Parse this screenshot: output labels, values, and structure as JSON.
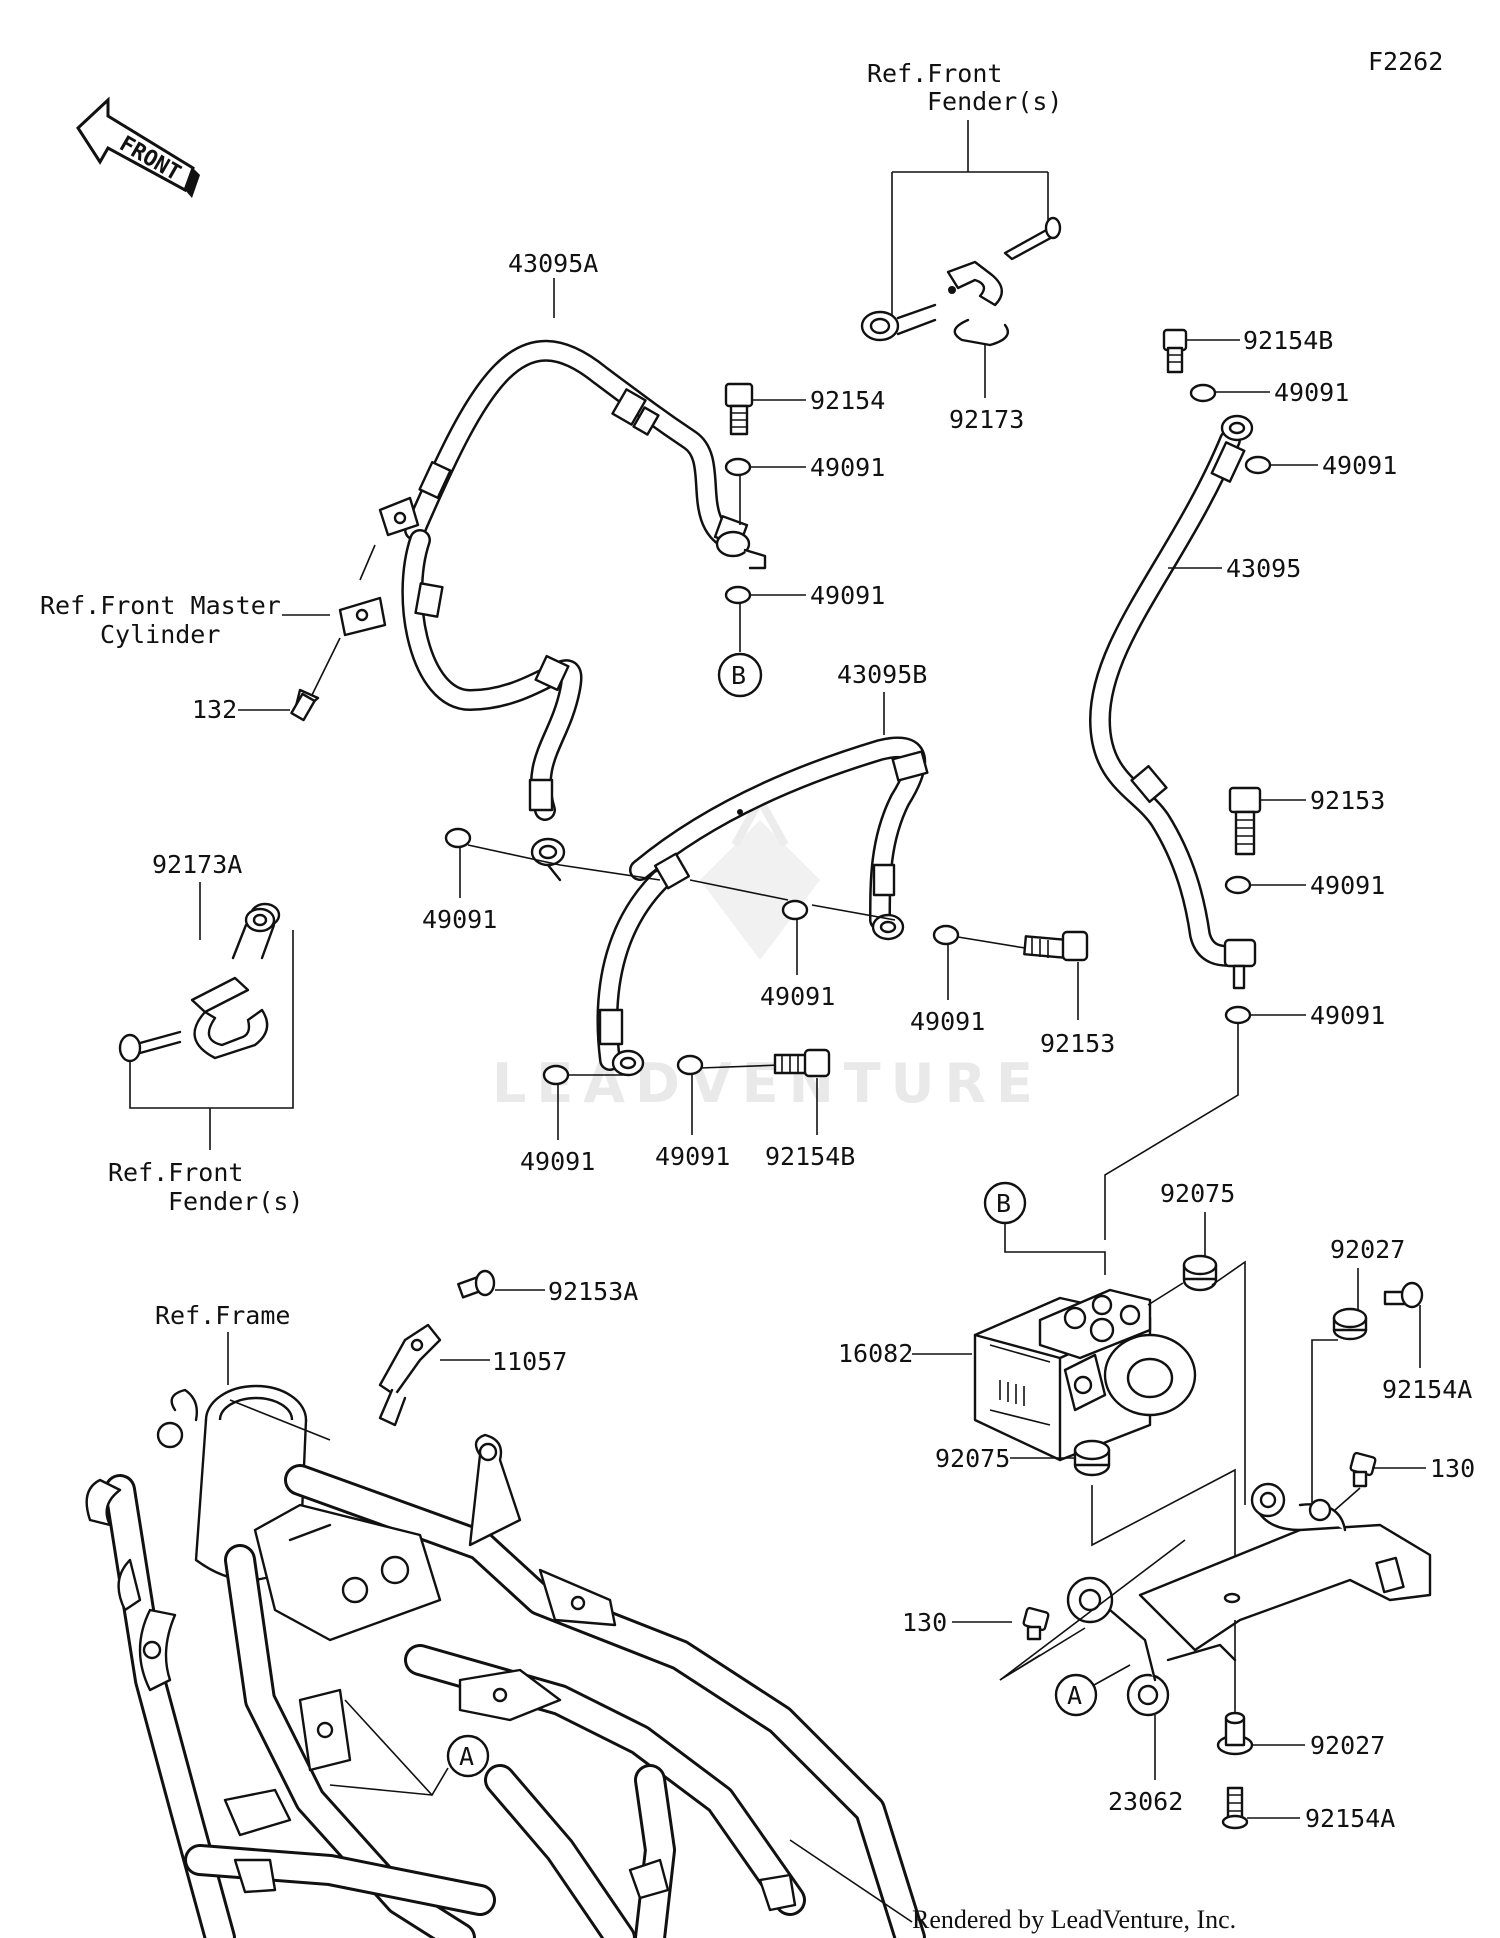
{
  "diagram_code": "F2262",
  "watermark": "LEADVENTURE",
  "footer": "Rendered by LeadVenture, Inc.",
  "front_arrow": "FRONT",
  "refs": {
    "front_fender_top_1": "Ref.Front",
    "front_fender_top_2": "Fender(s)",
    "front_master_1": "Ref.Front Master",
    "front_master_2": "Cylinder",
    "front_fender_left_1": "Ref.Front",
    "front_fender_left_2": "Fender(s)",
    "frame": "Ref.Frame"
  },
  "callouts": {
    "a_upper": "B",
    "b_abs": "B",
    "a_bracket": "A",
    "a_frame": "A"
  },
  "parts": {
    "hose_43095A": "43095A",
    "hose_43095B": "43095B",
    "hose_43095": "43095",
    "bolt_92154_top": "92154",
    "washer_49091_1": "49091",
    "washer_49091_2": "49091",
    "clamp_92173": "92173",
    "bolt_92154B_top": "92154B",
    "washer_49091_r1": "49091",
    "washer_49091_r2": "49091",
    "bolt_132": "132",
    "clamp_92173A": "92173A",
    "washer_49091_c1": "49091",
    "washer_49091_c2": "49091",
    "washer_49091_c3": "49091",
    "bolt_92153_c": "92153",
    "washer_49091_b1": "49091",
    "washer_49091_b2": "49091",
    "bolt_92154B_b": "92154B",
    "bolt_92153_r": "92153",
    "washer_49091_r3": "49091",
    "washer_49091_r4": "49091",
    "grommet_92075_top": "92075",
    "collar_92027_top": "92027",
    "bolt_92154A_top": "92154A",
    "abs_unit_16082": "16082",
    "grommet_92075_bottom": "92075",
    "bolt_130_r": "130",
    "bolt_130_l": "130",
    "bolt_92153A": "92153A",
    "sensor_11057": "11057",
    "collar_92027_bottom": "92027",
    "bracket_23062": "23062",
    "bolt_92154A_bottom": "92154A"
  }
}
